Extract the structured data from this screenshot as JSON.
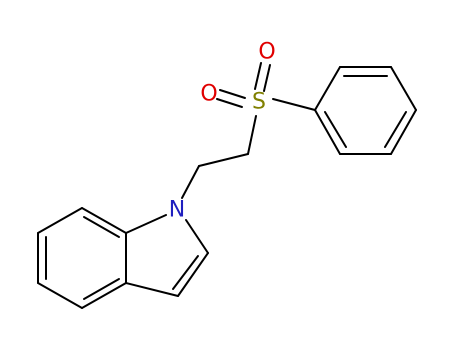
{
  "molecule": {
    "atoms": [
      {
        "id": "N1",
        "symbol": "N",
        "color": "#1f1fbf"
      },
      {
        "id": "S1",
        "symbol": "S",
        "color": "#808000"
      },
      {
        "id": "O1",
        "symbol": "O",
        "color": "#e00000"
      },
      {
        "id": "O2",
        "symbol": "O",
        "color": "#e00000"
      }
    ],
    "bond_color": "#000000"
  }
}
